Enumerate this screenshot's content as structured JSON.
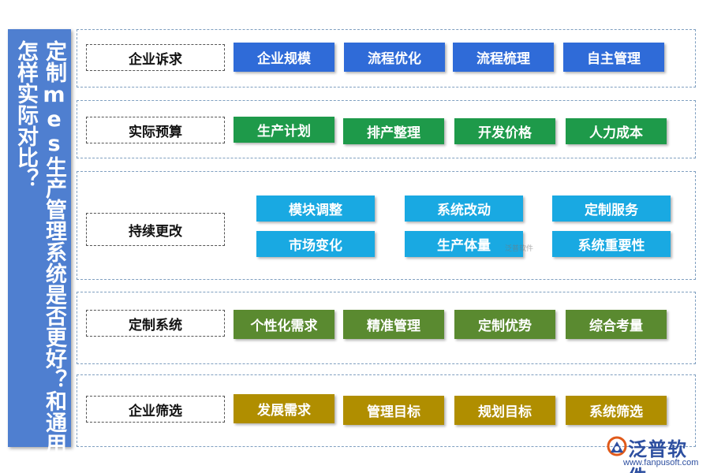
{
  "title": {
    "lines": [
      "定制mes生产管理系统是否更好？和通用",
      "怎样实际对比？"
    ]
  },
  "colors": {
    "panel": "#4f7fd0",
    "row1": "#2f6bd8",
    "row2": "#1e9a4a",
    "row3": "#19a9e2",
    "row4": "#5a8a30",
    "row5": "#b08e00"
  },
  "rows": [
    {
      "label": "企业诉求",
      "items": [
        "企业规模",
        "流程优化",
        "流程梳理",
        "自主管理"
      ]
    },
    {
      "label": "实际预算",
      "items": [
        "生产计划",
        "排产整理",
        "开发价格",
        "人力成本"
      ]
    },
    {
      "label": "持续更改",
      "items": [
        "模块调整",
        "系统改动",
        "定制服务",
        "市场变化",
        "生产体量",
        "系统重要性"
      ]
    },
    {
      "label": "定制系统",
      "items": [
        "个性化需求",
        "精准管理",
        "定制优势",
        "综合考量"
      ]
    },
    {
      "label": "企业筛选",
      "items": [
        "发展需求",
        "管理目标",
        "规划目标",
        "系统筛选"
      ]
    }
  ],
  "watermark": "泛普软件",
  "logo": {
    "name": "泛普软件",
    "url": "www.fanpusoft.com",
    "icon": "fanpu-logo-icon"
  }
}
